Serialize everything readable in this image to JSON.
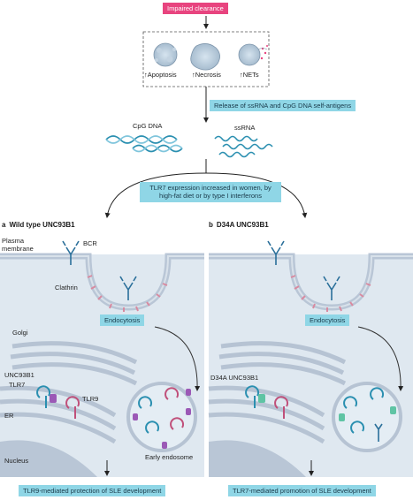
{
  "top": {
    "impaired_clearance": "Impaired clearance",
    "apoptosis": "↑Apoptosis",
    "necrosis": "↑Necrosis",
    "nets": "↑NETs",
    "release": "Release of ssRNA and CpG DNA self-antigens",
    "cpg_dna": "CpG DNA",
    "ssrna": "ssRNA",
    "tlr7_box": "TLR7 expression increased in women, by high-fat diet or by type I interferons"
  },
  "panel_a": {
    "letter": "a",
    "title": "Wild type UNC93B1",
    "plasma_membrane": "Plasma membrane",
    "bcr": "BCR",
    "clathrin": "Clathrin",
    "endocytosis": "Endocytosis",
    "golgi": "Golgi",
    "unc93b1": "UNC93B1",
    "tlr7": "TLR7",
    "tlr9": "TLR9",
    "er": "ER",
    "nucleus": "Nucleus",
    "early_endosome": "Early endosome",
    "result": "TLR9-mediated protection of SLE development"
  },
  "panel_b": {
    "letter": "b",
    "title": "D34A UNC93B1",
    "endocytosis": "Endocytosis",
    "d34a": "D34A UNC93B1",
    "result": "TLR7-mediated promotion of SLE development"
  },
  "colors": {
    "pink": "#e8447f",
    "blue_box": "#8fd6e6",
    "cell_bg": "#dfe8f0",
    "membrane": "#b9c6d6",
    "tlr7": "#2a8fb0",
    "tlr9": "#c0507a",
    "unc93b1": "#9b59b6",
    "d34a": "#5fc4a4"
  }
}
